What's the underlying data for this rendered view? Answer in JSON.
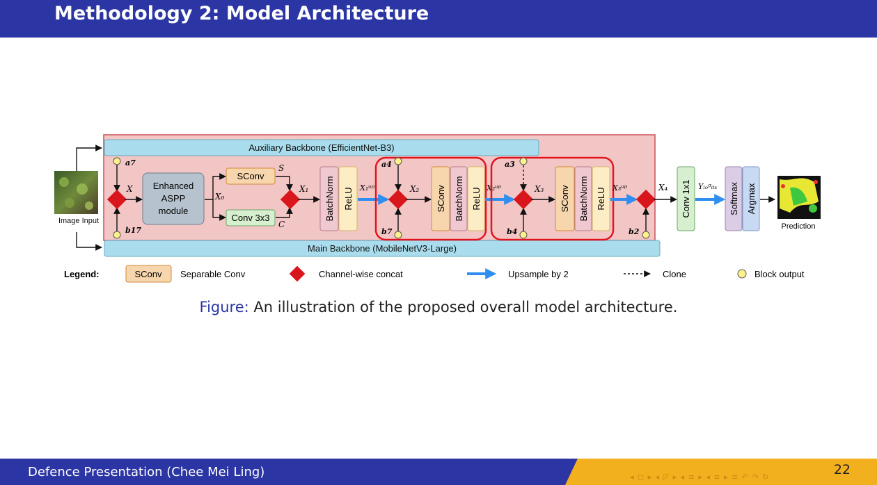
{
  "slide": {
    "title": "Methodology 2: Model Architecture",
    "footer_text": "Defence Presentation (Chee Mei Ling)",
    "page_number": "22",
    "nav_symbols": "◂ ◻ ▸ ◂ ◸ ▸ ◂ ≡ ▸ ◂ ≡ ▸   ≡   ↶ ↷ ↻"
  },
  "caption": {
    "label": "Figure:",
    "text": " An illustration of the proposed overall model architecture."
  },
  "diagram": {
    "aux_backbone": "Auxiliary Backbone (EfficientNet-B3)",
    "main_backbone": "Main Backbone (MobileNetV3-Large)",
    "image_input": "Image Input",
    "prediction": "Prediction",
    "aspp": [
      "Enhanced",
      "ASPP",
      "module"
    ],
    "sconv": "SConv",
    "conv3x3": "Conv 3x3",
    "batchnorm": "BatchNorm",
    "relu": "ReLU",
    "conv1x1": "Conv 1x1",
    "softmax": "Softmax",
    "argmax": "Argmax",
    "nodes": {
      "a7": "a7",
      "b17": "b17",
      "a4": "a4",
      "b7": "b7",
      "a3": "a3",
      "b4": "b4",
      "b2": "b2"
    },
    "symbols": {
      "X": "X",
      "X0": "X₀",
      "S": "S",
      "C": "C",
      "X1": "X₁",
      "X1up": "X₁ᵘᵖ",
      "X2": "X₂",
      "X2up": "X₂ᵘᵖ",
      "X3": "X₃",
      "X3up": "X₃ᵘᵖ",
      "X4": "X₄",
      "Ylogits": "Yₗₒᵍᵢₜₛ"
    },
    "legend": {
      "title": "Legend:",
      "sconv_box": "SConv",
      "sconv_desc": "Separable Conv",
      "concat_desc": "Channel-wise concat",
      "upsample_desc": "Upsample by 2",
      "clone_desc": "Clone",
      "block_output_desc": "Block output"
    },
    "colors": {
      "main_region": "#f3c6c6",
      "backbone": "#a9dcec",
      "sconv": "#f8d6ad",
      "batchnorm": "#efc8d0",
      "relu": "#fdedc4",
      "concat": "#d8161c",
      "node": "#fdf18a",
      "upsample": "#2f8ef0",
      "aspp": "#b6c3ce",
      "conv3x3": "#d6efcf",
      "softmax": "#dccde6",
      "argmax": "#c8d9f3",
      "highlight": "#e3141e"
    }
  }
}
